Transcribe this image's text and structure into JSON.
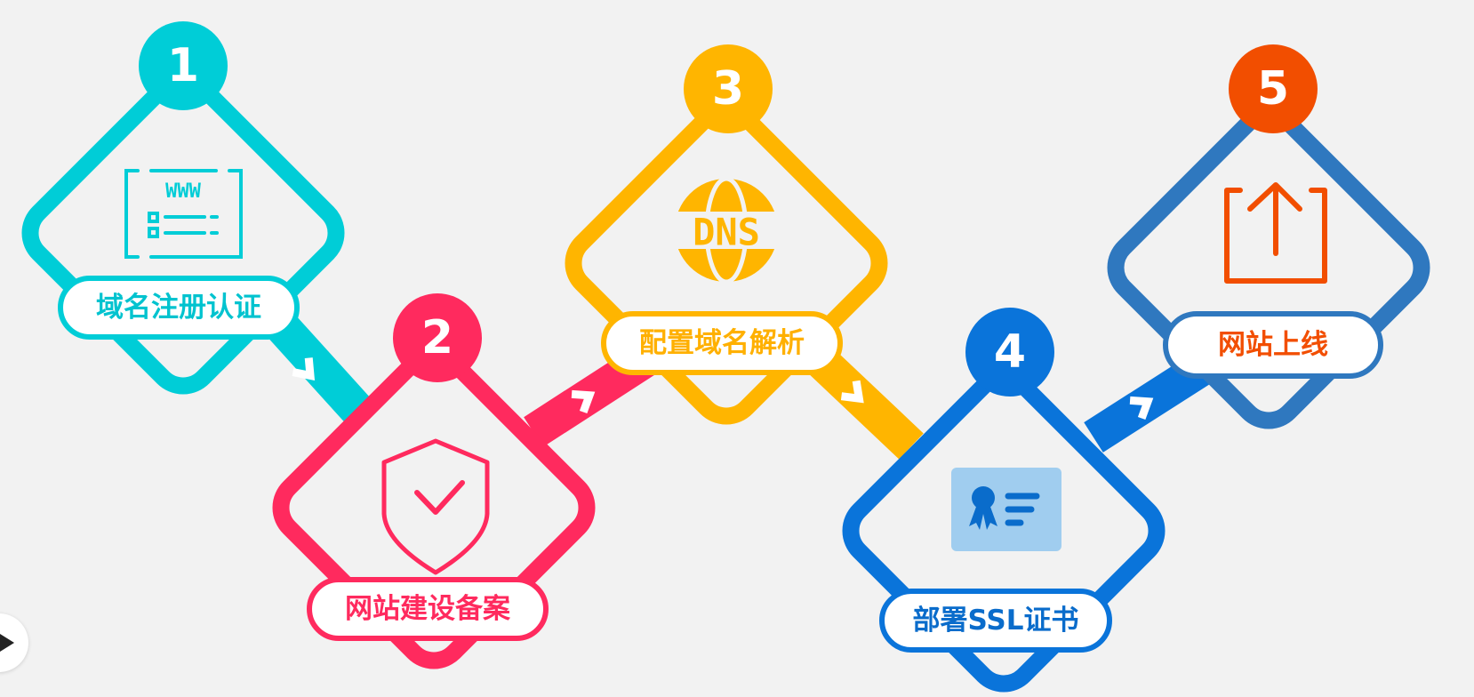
{
  "steps": [
    {
      "number": "1",
      "label": "域名注册认证",
      "icon": "www-browser-icon",
      "color": "#00CDD7",
      "label_color": "#00C3CF"
    },
    {
      "number": "2",
      "label": "网站建设备案",
      "icon": "shield-check-icon",
      "color": "#FF2A5E",
      "label_color": "#FF2A5E"
    },
    {
      "number": "3",
      "label": "配置域名解析",
      "icon": "dns-globe-icon",
      "color": "#FFB500",
      "label_color": "#FFB000"
    },
    {
      "number": "4",
      "label": "部署SSL证书",
      "icon": "certificate-icon",
      "color": "#0A74DA",
      "label_color": "#0A6CCB"
    },
    {
      "number": "5",
      "label": "网站上线",
      "icon": "upload-icon",
      "color": "#2F78BF",
      "label_color": "#F24E00",
      "badge_color": "#F24E00"
    }
  ],
  "icon_text": {
    "www": "WWW",
    "dns": "DNS"
  },
  "background": "#F2F2F2"
}
